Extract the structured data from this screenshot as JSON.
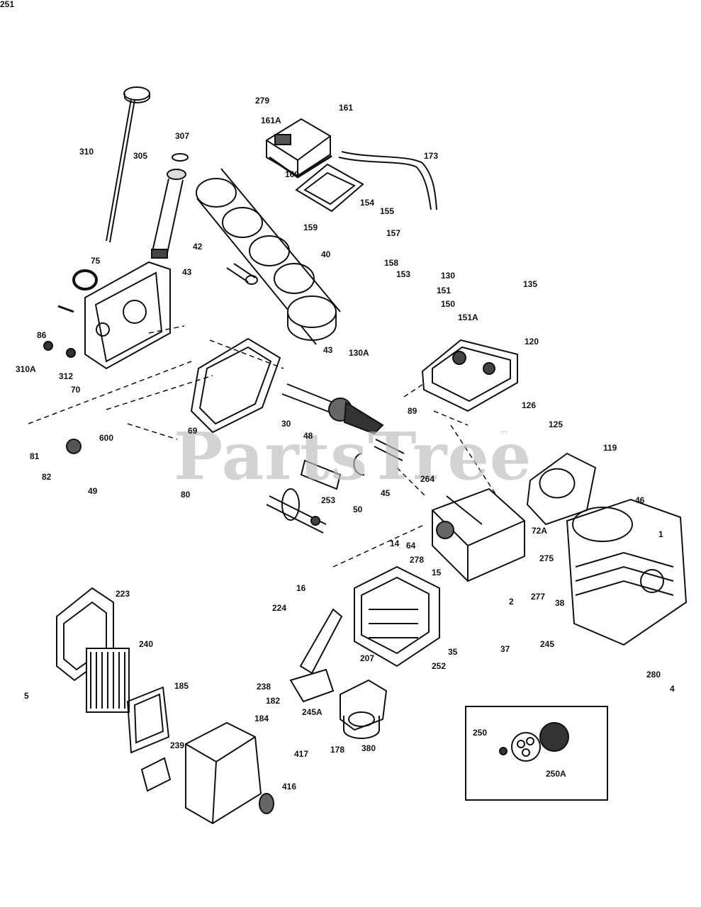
{
  "watermark": "PartsTree",
  "watermark_mark": "™",
  "callouts": [
    "279",
    "161",
    "161A",
    "310",
    "307",
    "305",
    "173",
    "160",
    "42",
    "159",
    "154",
    "155",
    "157",
    "40",
    "75",
    "43",
    "158",
    "130",
    "135",
    "153",
    "151",
    "150",
    "151A",
    "86",
    "43",
    "130A",
    "120",
    "310A",
    "312",
    "70",
    "30",
    "89",
    "126",
    "125",
    "69",
    "119",
    "600",
    "81",
    "48",
    "82",
    "264",
    "45",
    "49",
    "80",
    "253",
    "50",
    "46",
    "1",
    "72A",
    "14",
    "64",
    "278",
    "275",
    "15",
    "277",
    "38",
    "2",
    "16",
    "224",
    "223",
    "240",
    "245",
    "37",
    "35",
    "252",
    "207",
    "280",
    "4",
    "5",
    "238",
    "182",
    "185",
    "245A",
    "184",
    "250",
    "417",
    "178",
    "380",
    "239",
    "250A",
    "416",
    "251"
  ]
}
